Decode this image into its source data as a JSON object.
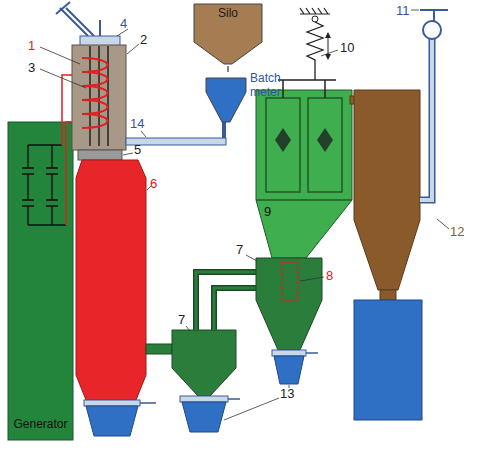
{
  "diagram": {
    "nodes": [
      {
        "text": [
          "Silo"
        ]
      },
      {
        "text": [
          "Batch meter"
        ]
      },
      {
        "text": [
          "Generator"
        ]
      }
    ],
    "edges": [
      {
        "from": 0,
        "to": 1,
        "arrow": "none"
      }
    ],
    "labels": [
      "1",
      "2",
      "3",
      "4",
      "5",
      "6",
      "7",
      "7",
      "8",
      "9",
      "10",
      "11",
      "12",
      "13",
      "14"
    ]
  }
}
